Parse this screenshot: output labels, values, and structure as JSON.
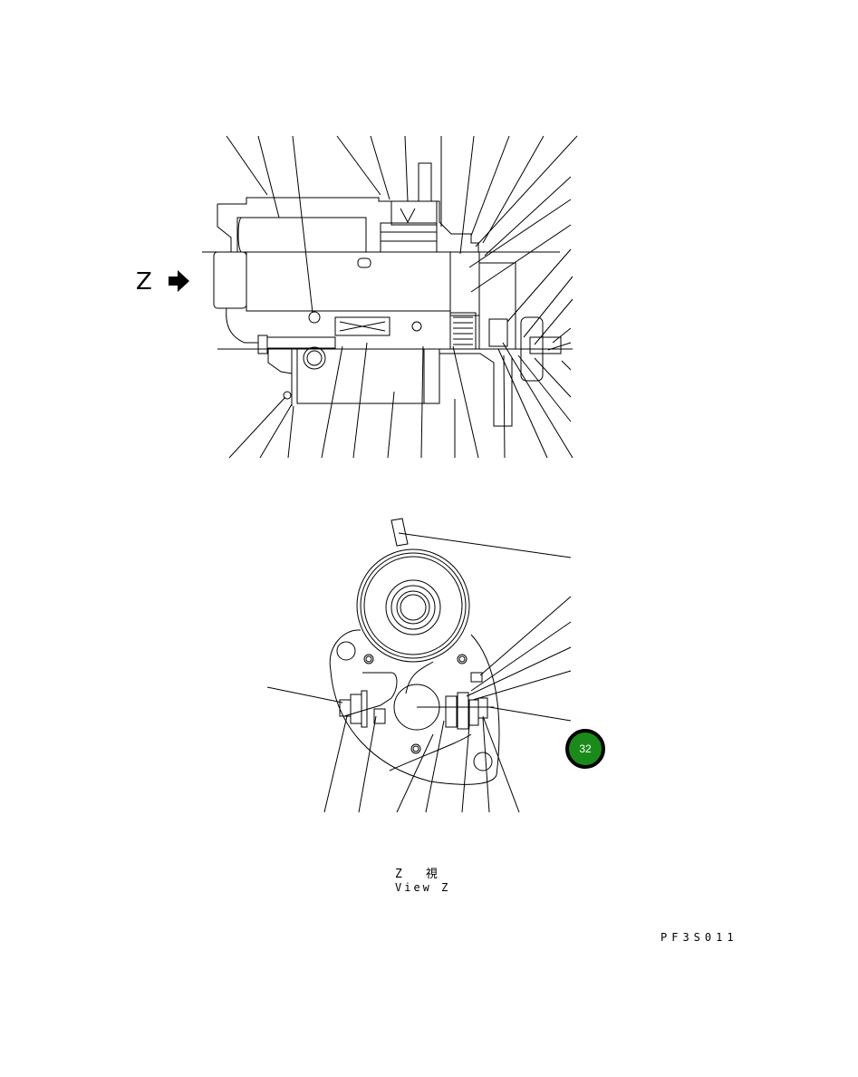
{
  "diagram": {
    "view_marker": "Z",
    "view_caption_jp": "Z　　視",
    "view_caption_en": "View Z",
    "drawing_code": "PF3S011",
    "page_badge": {
      "label": "32",
      "color": "#1a8a1a",
      "border": "#000000"
    },
    "upper_view": {
      "description": "sectional side view of starter motor with leader lines",
      "top_leaders": 11,
      "right_leaders": 10,
      "bottom_leaders": 12
    },
    "lower_view": {
      "description": "end view Z of starter motor with leader lines",
      "left_leaders": 1,
      "right_leaders": 6,
      "bottom_leaders": 7
    }
  }
}
